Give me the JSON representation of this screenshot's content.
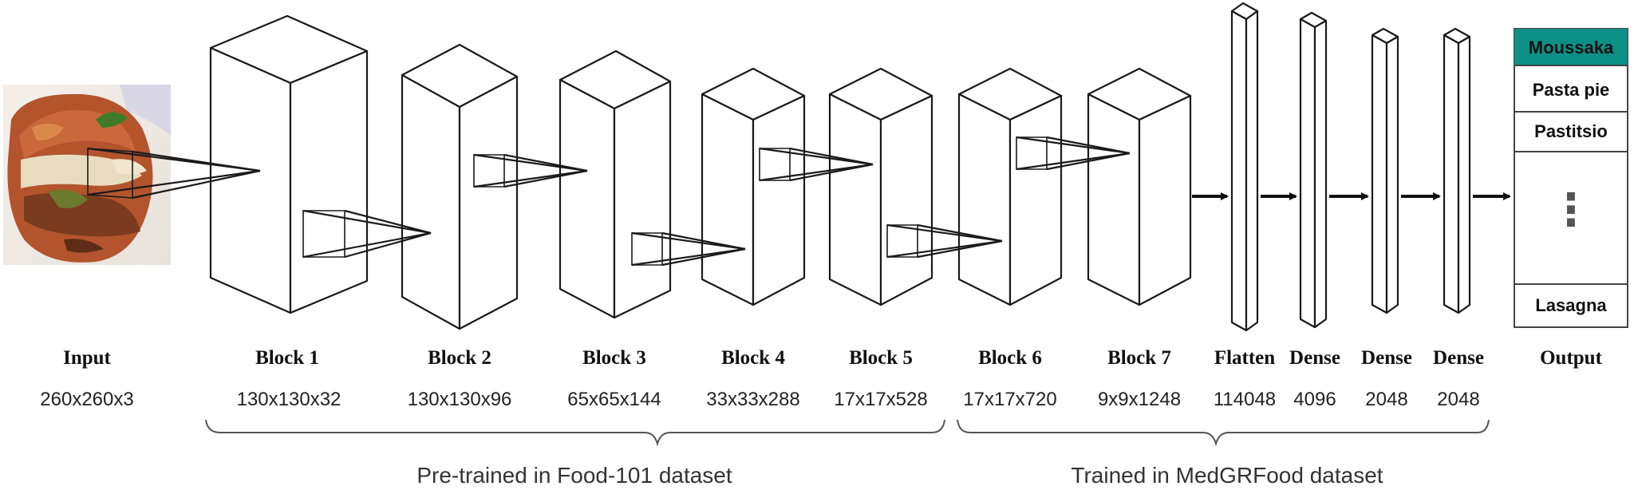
{
  "input": {
    "label": "Input",
    "dims": "260x260x3"
  },
  "blocks": [
    {
      "label": "Block 1",
      "dims": "130x130x32"
    },
    {
      "label": "Block 2",
      "dims": "130x130x96"
    },
    {
      "label": "Block 3",
      "dims": "65x65x144"
    },
    {
      "label": "Block 4",
      "dims": "33x33x288"
    },
    {
      "label": "Block 5",
      "dims": "17x17x528"
    },
    {
      "label": "Block 6",
      "dims": "17x17x720"
    },
    {
      "label": "Block 7",
      "dims": "9x9x1248"
    }
  ],
  "dense_layers": [
    {
      "label": "Flatten",
      "dims": "114048"
    },
    {
      "label": "Dense",
      "dims": "4096"
    },
    {
      "label": "Dense",
      "dims": "2048"
    },
    {
      "label": "Dense",
      "dims": "2048"
    }
  ],
  "output": {
    "label": "Output",
    "classes": [
      "Moussaka",
      "Pasta pie",
      "Pastitsio",
      "Lasagna"
    ],
    "ellipsis": "⋮",
    "highlight_color": "#0e8f86"
  },
  "groups": {
    "pretrained": "Pre-trained in Food-101 dataset",
    "trained": "Trained in MedGRFood dataset"
  }
}
